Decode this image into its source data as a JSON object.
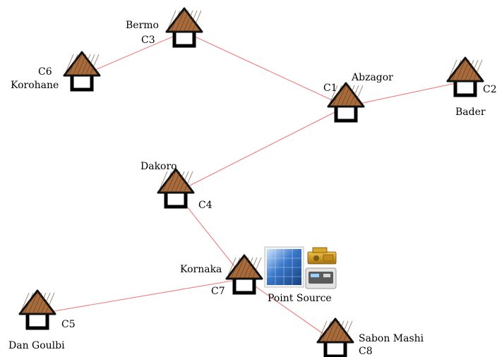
{
  "villages": [
    {
      "id": "C1",
      "code": "C1",
      "name": "Abzagor"
    },
    {
      "id": "C2",
      "code": "C2",
      "name": "Bader"
    },
    {
      "id": "C3",
      "code": "C3",
      "name": "Bermo"
    },
    {
      "id": "C4",
      "code": "C4",
      "name": "Dakoro"
    },
    {
      "id": "C5",
      "code": "C5",
      "name": "Dan Goulbi"
    },
    {
      "id": "C6",
      "code": "C6",
      "name": "Korohane"
    },
    {
      "id": "C7",
      "code": "C7",
      "name": "Kornaka"
    },
    {
      "id": "C8",
      "code": "C8",
      "name": "Sabon Mashi"
    }
  ],
  "point_source": {
    "label": "Point Source",
    "icons": [
      "solar-panel-icon",
      "generator-icon",
      "battery-icon"
    ]
  },
  "links": [
    [
      "C6",
      "C3"
    ],
    [
      "C3",
      "C1"
    ],
    [
      "C1",
      "C2"
    ],
    [
      "C1",
      "C4"
    ],
    [
      "C4",
      "C7"
    ],
    [
      "C7",
      "C5"
    ],
    [
      "C7",
      "C8"
    ]
  ],
  "colors": {
    "link": "#f07a7a",
    "roof": "#a86b3c",
    "wall": "#000000"
  }
}
